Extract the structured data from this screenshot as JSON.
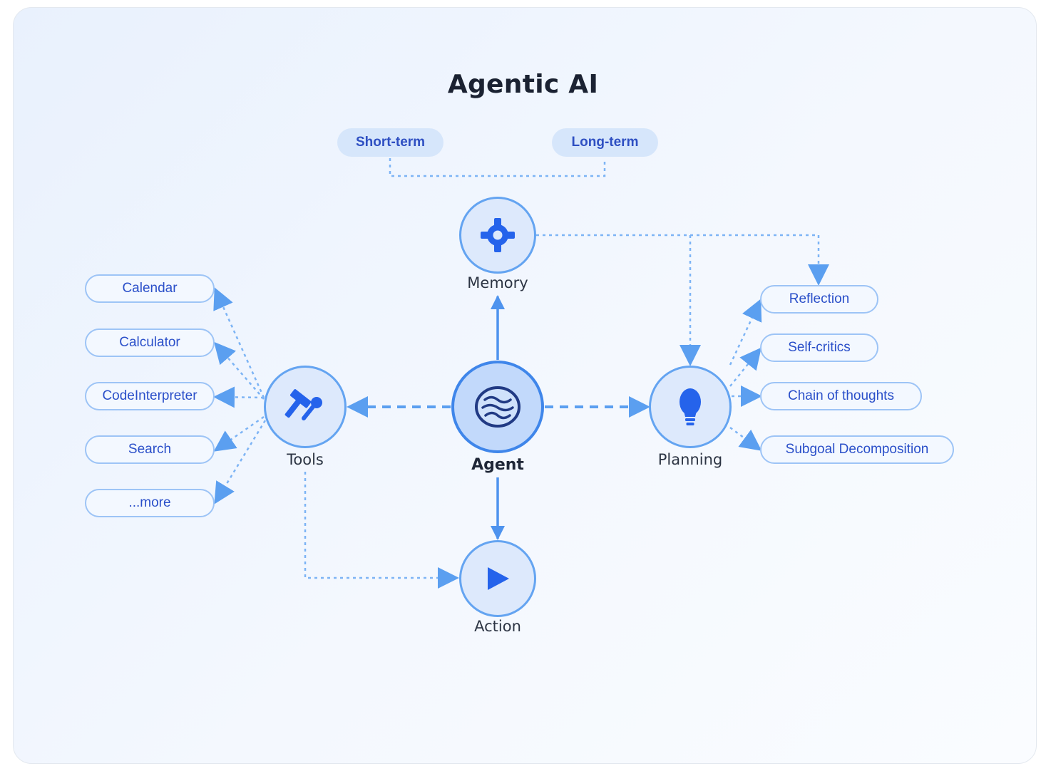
{
  "title": "Agentic AI",
  "memory_types": {
    "short_term": "Short-term",
    "long_term": "Long-term"
  },
  "nodes": {
    "agent": "Agent",
    "memory": "Memory",
    "tools": "Tools",
    "planning": "Planning",
    "action": "Action"
  },
  "tools": [
    "Calendar",
    "Calculator",
    "CodeInterpreter",
    "Search",
    "...more"
  ],
  "planning_methods": [
    "Reflection",
    "Self-critics",
    "Chain of thoughts",
    "Subgoal Decomposition"
  ],
  "icons": {
    "agent": "brain-icon",
    "memory": "gear-icon",
    "tools": "tools-icon",
    "planning": "lightbulb-icon",
    "action": "play-icon"
  },
  "colors": {
    "accent": "#3f86ea",
    "icon": "#2563eb",
    "edge": "#7db4f5",
    "pill_text": "#2a4fc9",
    "title": "#1b2232"
  }
}
